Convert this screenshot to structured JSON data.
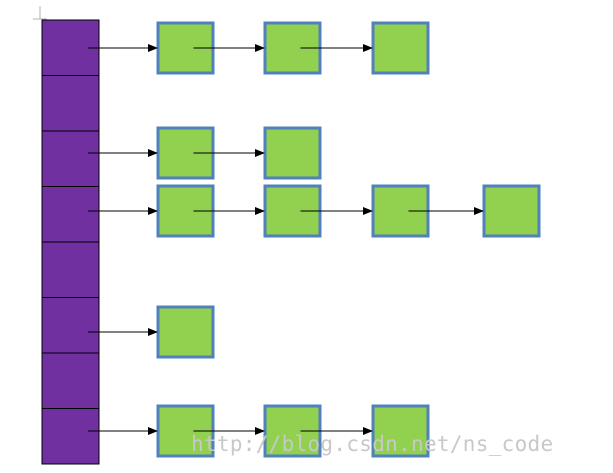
{
  "diagram": {
    "type": "hash-table-chaining",
    "colors": {
      "bucket_fill": "#7030a0",
      "bucket_border": "#000000",
      "node_fill": "#92d050",
      "node_border": "#4f81bd",
      "arrow": "#000000",
      "watermark": "#c8c8c8"
    },
    "bucket_count": 8,
    "chains": [
      {
        "bucket": 0,
        "nodes": 3
      },
      {
        "bucket": 1,
        "nodes": 0
      },
      {
        "bucket": 2,
        "nodes": 2
      },
      {
        "bucket": 3,
        "nodes": 4
      },
      {
        "bucket": 4,
        "nodes": 0
      },
      {
        "bucket": 5,
        "nodes": 1
      },
      {
        "bucket": 6,
        "nodes": 0
      },
      {
        "bucket": 7,
        "nodes": 3
      }
    ]
  },
  "watermark": {
    "text": "http://blog.csdn.net/ns_code"
  }
}
